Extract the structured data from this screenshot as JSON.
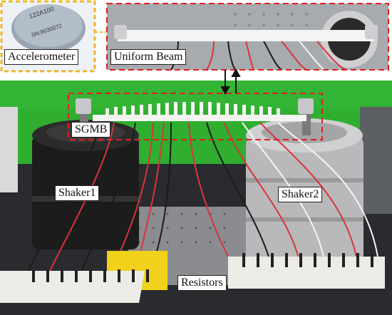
{
  "figure": {
    "callouts": {
      "accelerometer": "Accelerometer",
      "uniform_beam": "Uniform Beam",
      "sgmb": "SGMB",
      "shaker1": "Shaker1",
      "shaker2": "Shaker2",
      "resistors": "Resistors"
    },
    "sensor_print": [
      "122A100",
      "SN:9030072"
    ],
    "colors": {
      "highlight_box": "#f0b429",
      "dashed_box": "#e02020",
      "background_screen": "#2fae2f",
      "beam": "#f4f4f2",
      "shaker_dark": "#1c1c1c",
      "shaker_silver": "#b9b9bb",
      "wire_red": "#d8343a",
      "wire_black": "#1a1a1a",
      "wire_white": "#f5f5f5",
      "block_yellow": "#f2d11a"
    }
  }
}
